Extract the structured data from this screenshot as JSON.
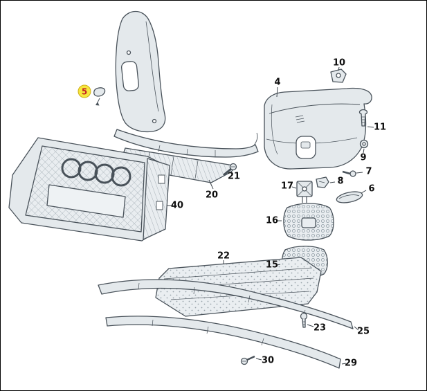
{
  "diagram": {
    "kind": "exploded-parts-diagram",
    "colors": {
      "background": "#ffffff",
      "outline": "#49525a",
      "part_fill": "#e4e9ec",
      "highlight_fill": "#f6e73e",
      "highlight_text": "#c42222",
      "label_text": "#101010"
    },
    "labels": [
      {
        "text": "5",
        "highlighted": true
      },
      {
        "text": "10",
        "highlighted": false
      },
      {
        "text": "4",
        "highlighted": false
      },
      {
        "text": "11",
        "highlighted": false
      },
      {
        "text": "9",
        "highlighted": false
      },
      {
        "text": "7",
        "highlighted": false
      },
      {
        "text": "8",
        "highlighted": false
      },
      {
        "text": "6",
        "highlighted": false
      },
      {
        "text": "17",
        "highlighted": false
      },
      {
        "text": "21",
        "highlighted": false
      },
      {
        "text": "20",
        "highlighted": false
      },
      {
        "text": "40",
        "highlighted": false
      },
      {
        "text": "16",
        "highlighted": false
      },
      {
        "text": "15",
        "highlighted": false
      },
      {
        "text": "22",
        "highlighted": false
      },
      {
        "text": "23",
        "highlighted": false
      },
      {
        "text": "25",
        "highlighted": false
      },
      {
        "text": "30",
        "highlighted": false
      },
      {
        "text": "29",
        "highlighted": false
      }
    ]
  }
}
